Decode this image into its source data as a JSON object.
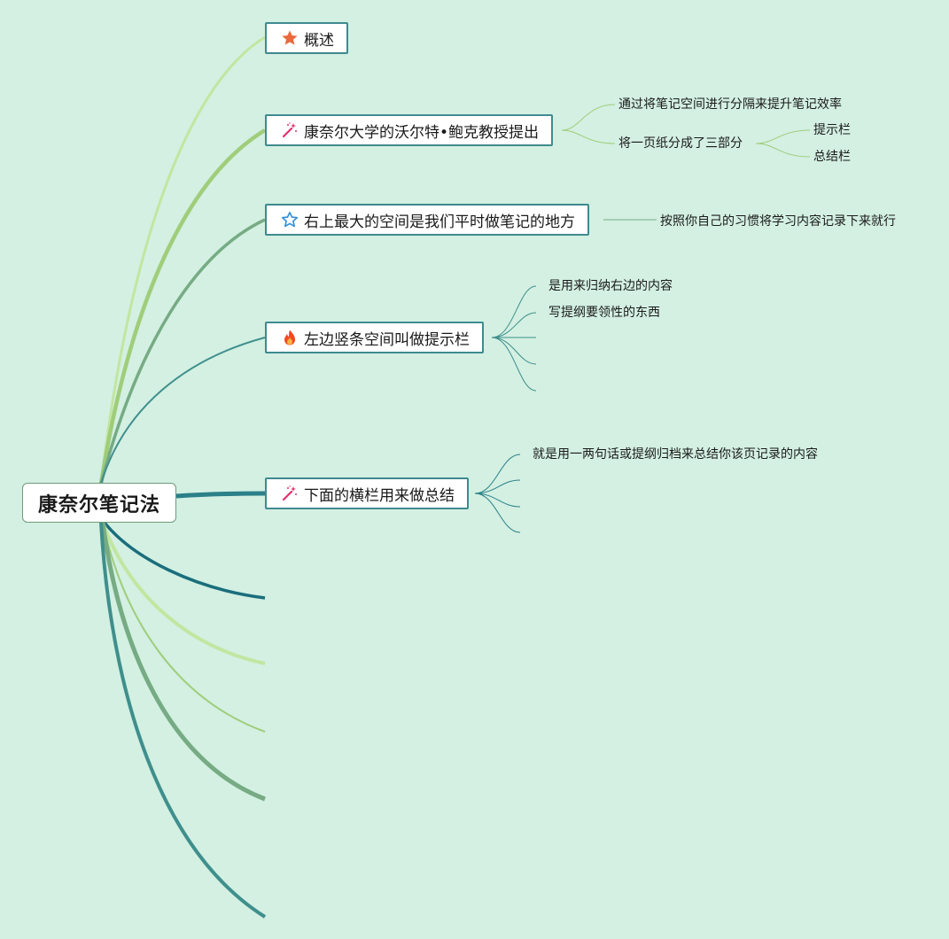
{
  "root": {
    "label": "康奈尔笔记法"
  },
  "topics": [
    {
      "label": "概述",
      "icon": "star-filled-icon"
    },
    {
      "label": "康奈尔大学的沃尔特•鲍克教授提出",
      "icon": "magic-wand-icon"
    },
    {
      "label": "右上最大的空间是我们平时做笔记的地方",
      "icon": "star-outline-icon"
    },
    {
      "label": "左边竖条空间叫做提示栏",
      "icon": "fire-icon"
    },
    {
      "label": "下面的横栏用来做总结",
      "icon": "magic-wand-icon"
    }
  ],
  "subtopics": {
    "t2_a": "通过将笔记空间进行分隔来提升笔记效率",
    "t2_b": "将一页纸分成了三部分",
    "t2_b1": "提示栏",
    "t2_b2": "总结栏",
    "t3_a": "按照你自己的习惯将学习内容记录下来就行",
    "t4_a": "是用来归纳右边的内容",
    "t4_b": "写提纲要领性的东西",
    "t5_a": "就是用一两句话或提纲归档来总结你该页记录的内容"
  },
  "colors": {
    "background": "#d3f0e2",
    "topic_border": "#3f8a8f",
    "branch_light": "#c2e6a0",
    "branch_mid": "#9fcd7a",
    "branch_sage": "#76ab84",
    "branch_teal": "#3f8f8c",
    "branch_dark_teal": "#1a6e7c"
  }
}
